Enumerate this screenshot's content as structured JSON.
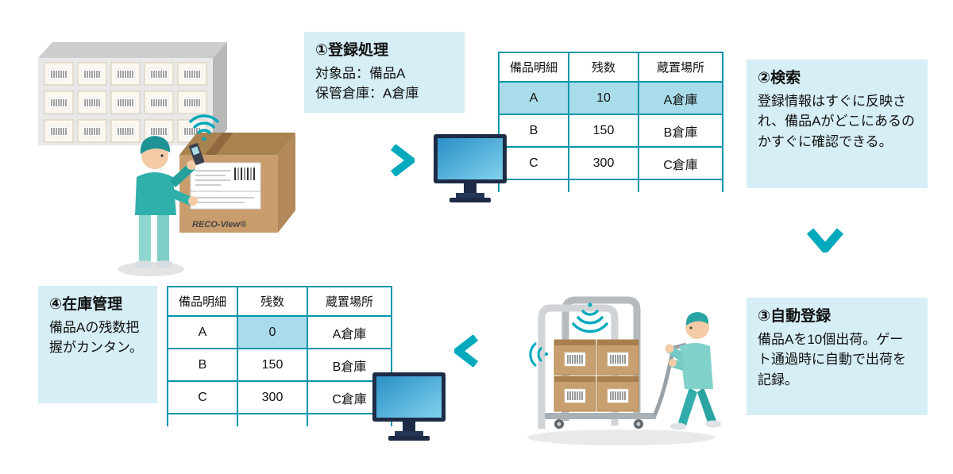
{
  "colors": {
    "teal": "#00a9bc",
    "table_border": "#0096ab",
    "card_bg": "#d6eef6",
    "highlight": "#a9dcea"
  },
  "steps": {
    "step1": {
      "title": "①登録処理",
      "line1": "対象品：備品A",
      "line2": "保管倉庫：A倉庫"
    },
    "step2": {
      "title": "②検索",
      "body": "登録情報はすぐに反映され、備品Aがどこにあるのかすぐに確認できる。"
    },
    "step3": {
      "title": "③自動登録",
      "body": "備品Aを10個出荷。ゲート通過時に自動で出荷を記録。"
    },
    "step4": {
      "title": "④在庫管理",
      "body": "備品Aの残数把握がカンタン。"
    }
  },
  "table_top": {
    "headers": [
      "備品明細",
      "残数",
      "蔵置場所"
    ],
    "rows": [
      {
        "item": "A",
        "qty": "10",
        "loc": "A倉庫"
      },
      {
        "item": "B",
        "qty": "150",
        "loc": "B倉庫"
      },
      {
        "item": "C",
        "qty": "300",
        "loc": "C倉庫"
      }
    ]
  },
  "table_bottom": {
    "headers": [
      "備品明細",
      "残数",
      "蔵置場所"
    ],
    "rows": [
      {
        "item": "A",
        "qty": "0",
        "loc": "A倉庫"
      },
      {
        "item": "B",
        "qty": "150",
        "loc": "B倉庫"
      },
      {
        "item": "C",
        "qty": "300",
        "loc": "C倉庫"
      }
    ]
  },
  "illustration": {
    "box_brand": "RECO-View®"
  }
}
